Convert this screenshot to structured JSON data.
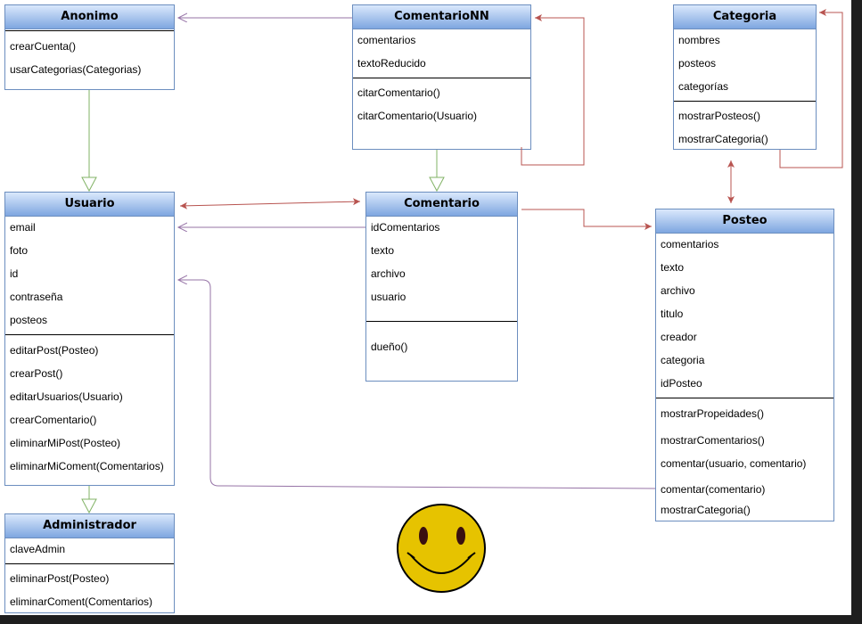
{
  "classes": {
    "anonimo": {
      "name": "Anonimo",
      "methods": [
        "crearCuenta()",
        "usarCategorias(Categorias)"
      ]
    },
    "comentarionn": {
      "name": "ComentarioNN",
      "attributes": [
        "comentarios",
        "textoReducido"
      ],
      "methods": [
        "citarComentario()",
        "citarComentario(Usuario)"
      ]
    },
    "categoria": {
      "name": "Categoria",
      "attributes": [
        "nombres",
        "posteos",
        "categorías"
      ],
      "methods": [
        "mostrarPosteos()",
        "mostrarCategoria()"
      ]
    },
    "usuario": {
      "name": "Usuario",
      "attributes": [
        "email",
        "foto",
        "id",
        "contraseña",
        "posteos"
      ],
      "methods": [
        "editarPost(Posteo)",
        "crearPost()",
        "editarUsuarios(Usuario)",
        "crearComentario()",
        "eliminarMiPost(Posteo)",
        "eliminarMiComent(Comentarios)"
      ]
    },
    "comentario": {
      "name": "Comentario",
      "attributes": [
        "idComentarios",
        "texto",
        "archivo",
        "usuario"
      ],
      "methods": [
        "dueño()"
      ]
    },
    "posteo": {
      "name": "Posteo",
      "attributes": [
        "comentarios",
        "texto",
        "archivo",
        "titulo",
        "creador",
        "categoria",
        "idPosteo"
      ],
      "methods": [
        "mostrarPropeidades()",
        "mostrarComentarios()",
        "comentar(usuario, comentario)",
        "comentar(comentario)",
        "mostrarCategoria()"
      ]
    },
    "administrador": {
      "name": "Administrador",
      "attributes": [
        "claveAdmin"
      ],
      "methods": [
        "eliminarPost(Posteo)",
        "eliminarComent(Comentarios)"
      ]
    }
  },
  "colors": {
    "inheritance": "#82b366",
    "association": "#b85450",
    "dependency": "#9673a6",
    "header_top": "#dae8fc",
    "header_bottom": "#7ea6e0",
    "border": "#6c8ebf",
    "smiley": "#e6c300"
  },
  "decoration": {
    "smiley_icon": "smiley-face-icon"
  }
}
